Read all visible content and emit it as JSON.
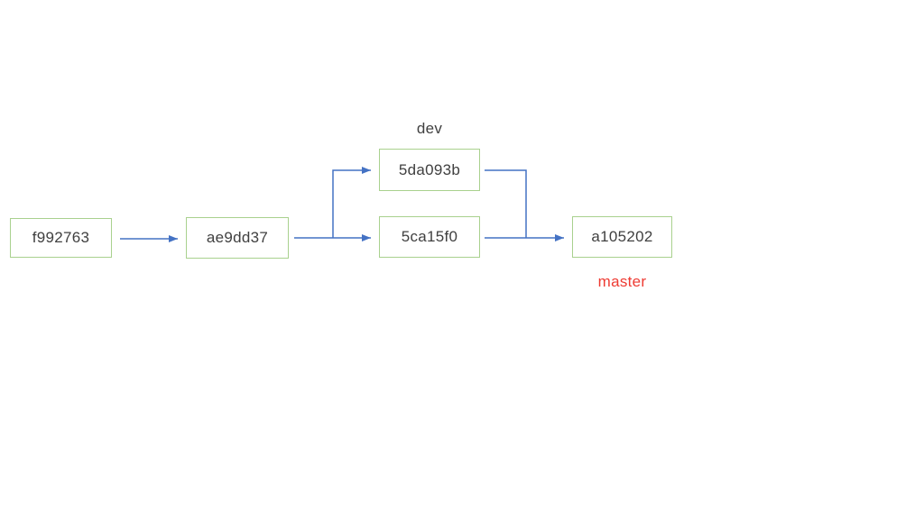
{
  "diagram": {
    "nodes": {
      "first": "f992763",
      "second": "ae9dd37",
      "dev_head": "5da093b",
      "main_third": "5ca15f0",
      "merge": "a105202"
    },
    "labels": {
      "dev": "dev",
      "master": "master"
    },
    "colors": {
      "connector": "#4472C4",
      "node_border": "#A9D18E",
      "node_text": "#404040",
      "label_text": "#404040",
      "master_text": "#EE3B33"
    }
  }
}
